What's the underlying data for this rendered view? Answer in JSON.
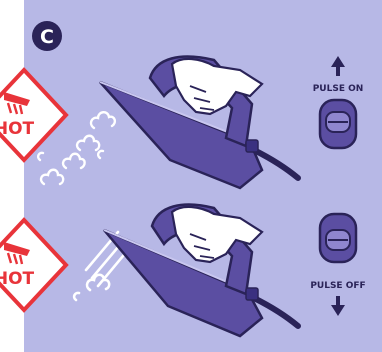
{
  "panel_letter": "C",
  "top_step": {
    "switch_label": "PULSE ON",
    "direction": "up",
    "warning_text": "HOT",
    "warning_icon": "hot-surface-hand-icon"
  },
  "bottom_step": {
    "switch_label": "PULSE OFF",
    "direction": "down",
    "warning_text": "HOT",
    "warning_icon": "hot-surface-hand-icon"
  },
  "colors": {
    "panel_bg": "#b7b8e6",
    "iron_purple": "#5b4ea2",
    "iron_dark": "#3a3080",
    "outline": "#2a2358",
    "warning_red": "#e8343a",
    "hand_white": "#ffffff"
  }
}
